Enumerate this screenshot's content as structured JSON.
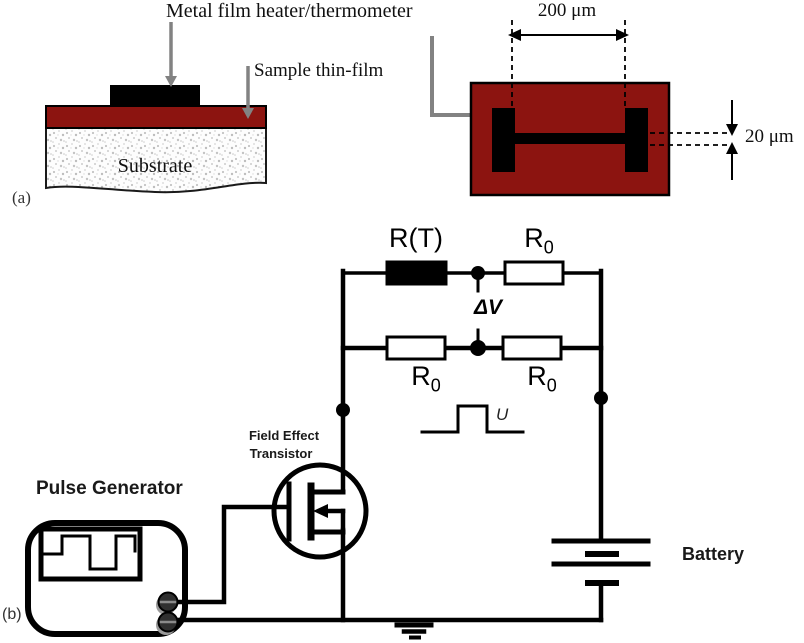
{
  "figure": {
    "panel_a": {
      "tag": "(a)",
      "heater_label": "Metal film heater/thermometer",
      "film_label": "Sample thin-film",
      "substrate_label": "Substrate",
      "dim_width": "200 μm",
      "dim_height": "20 μm"
    },
    "panel_b": {
      "tag": "(b)",
      "rt_label": "R(T)",
      "r0_base": "R",
      "r0_sub": "0",
      "delta_v_label": "ΔV",
      "pulse_symbol_label": "U",
      "fet_label_line1": "Field Effect",
      "fet_label_line2": "Transistor",
      "pulse_generator_label": "Pulse Generator",
      "battery_label": "Battery"
    },
    "colors": {
      "film_red": "#8c1410",
      "arrow_gray": "#828282",
      "wire_black": "#000000",
      "speckle_gray": "#c3c3c3"
    }
  }
}
